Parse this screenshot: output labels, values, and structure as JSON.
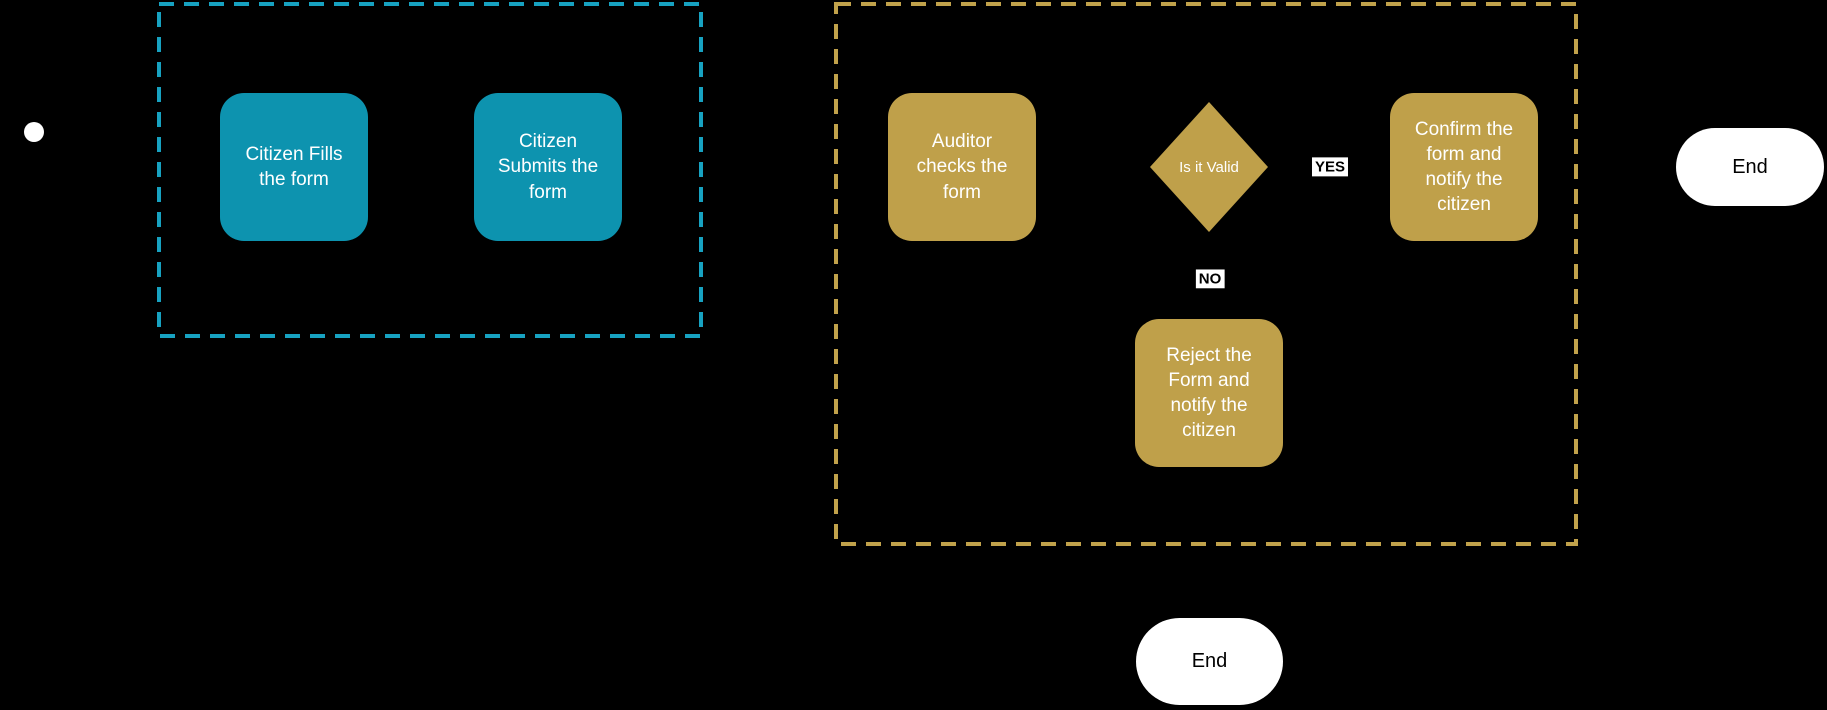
{
  "diagram": {
    "type": "flowchart",
    "background_color": "#000000",
    "lanes": [
      {
        "id": "citizen-group",
        "border_color": "#17a2c1",
        "border_style": "dashed"
      },
      {
        "id": "auditor-group",
        "border_color": "#c1a24b",
        "border_style": "dashed"
      }
    ],
    "nodes": {
      "start": {
        "shape": "circle",
        "label": "",
        "color": "#ffffff"
      },
      "fill_form": {
        "shape": "rounded-rect",
        "label": "Citizen Fills the form",
        "color": "#0d93af"
      },
      "submit_form": {
        "shape": "rounded-rect",
        "label": "Citizen Submits the form",
        "color": "#0d93af"
      },
      "auditor_checks": {
        "shape": "rounded-rect",
        "label": "Auditor checks the form",
        "color": "#bfa04a"
      },
      "is_valid": {
        "shape": "diamond",
        "label": "Is it Valid",
        "color": "#bfa04a"
      },
      "confirm": {
        "shape": "rounded-rect",
        "label": "Confirm the form and notify the citizen",
        "color": "#bfa04a"
      },
      "reject": {
        "shape": "rounded-rect",
        "label": "Reject the Form and notify the citizen",
        "color": "#bfa04a"
      },
      "end_right": {
        "shape": "pill",
        "label": "End",
        "color": "#ffffff"
      },
      "end_bottom": {
        "shape": "pill",
        "label": "End",
        "color": "#ffffff"
      }
    },
    "edge_labels": {
      "yes": "YES",
      "no": "NO"
    }
  }
}
